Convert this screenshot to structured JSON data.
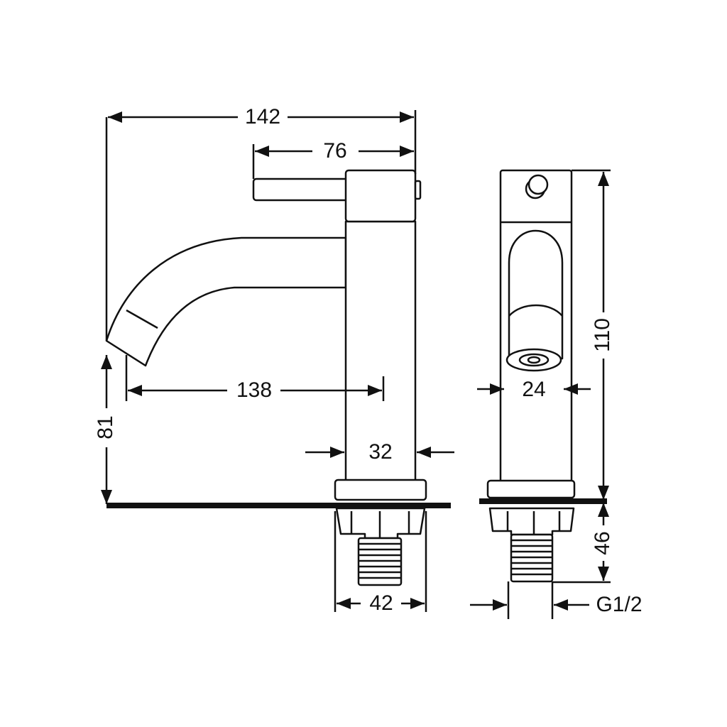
{
  "title": "Faucet dimension drawing",
  "dimensions": {
    "overall_length": "142",
    "handle_length": "76",
    "spout_reach": "138",
    "body_diameter": "32",
    "spout_height": "81",
    "base_diameter": "42",
    "aerator_width": "24",
    "body_height": "110",
    "shank_length": "46",
    "thread_size": "G1/2"
  }
}
